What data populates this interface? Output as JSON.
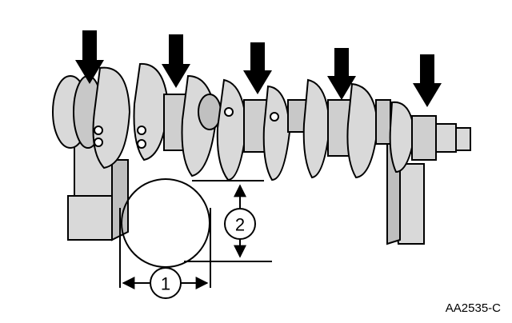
{
  "figure": {
    "reference_code": "AA2535-C",
    "callouts": [
      {
        "id": "diameter",
        "label": "1"
      },
      {
        "id": "taper",
        "label": "2"
      }
    ],
    "journal_arrow_count": 5,
    "colors": {
      "line": "#000000",
      "fill": "#d9d9d9",
      "background": "#ffffff"
    }
  }
}
